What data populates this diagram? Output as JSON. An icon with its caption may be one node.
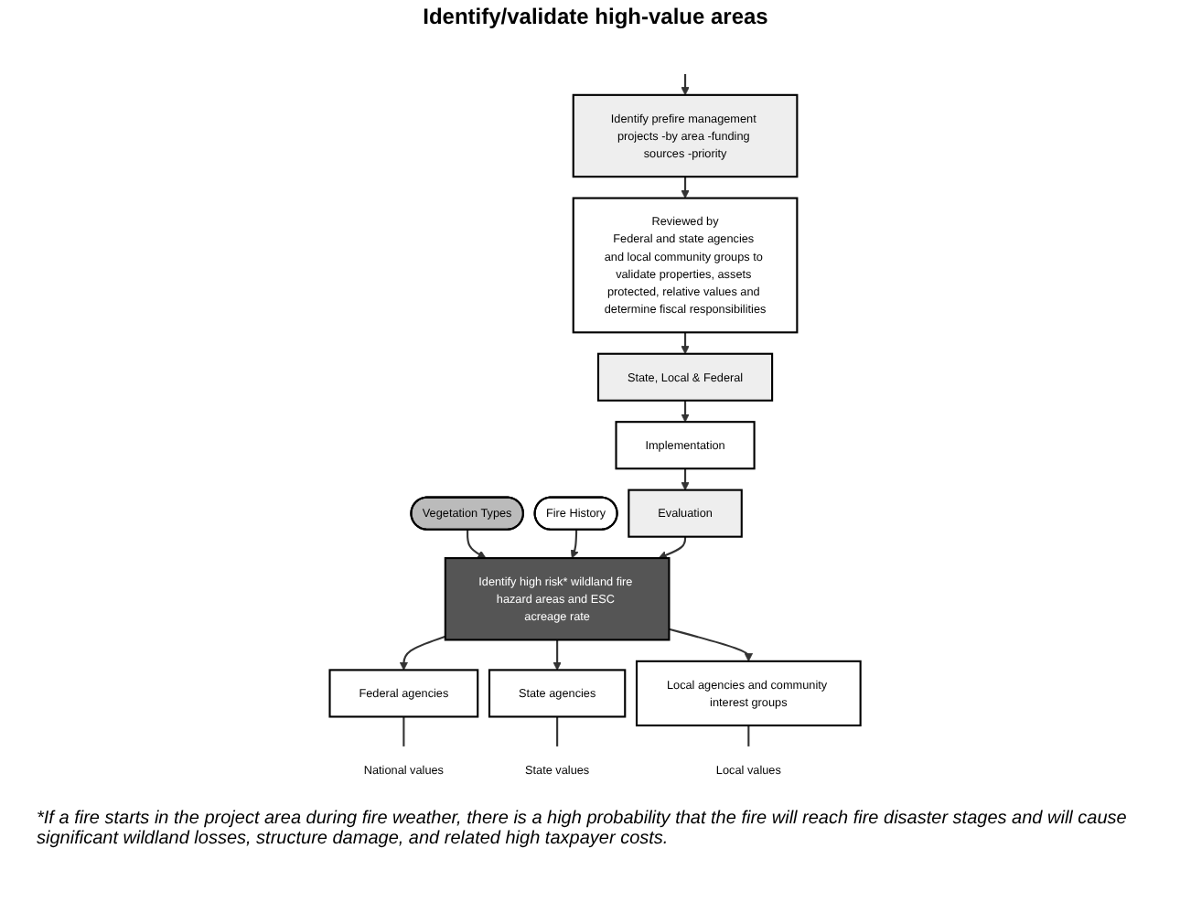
{
  "diagram": {
    "nodes": [
      {
        "text": [
          "Vegetation Types"
        ]
      },
      {
        "text": [
          "Fire History"
        ]
      },
      {
        "text": [
          "Identify high risk* wildland fire hazard areas and ESC acreage rate"
        ]
      },
      {
        "text": [
          "Federal agencies"
        ]
      },
      {
        "text": [
          "National values"
        ]
      },
      {
        "text": [
          "State agencies"
        ]
      },
      {
        "text": [
          "State values"
        ]
      },
      {
        "text": [
          "Local agencies and community interest groups"
        ]
      },
      {
        "text": [
          "Local values"
        ]
      },
      {
        "text": [
          "Evaluation"
        ]
      },
      {
        "text": [
          "Implementation"
        ]
      },
      {
        "text": [
          "Identify prefire management projects -by area -funding sources -priority"
        ]
      },
      {
        "text": [
          "Reviewed by",
          "Federal and state agencies and local community groups to validate properties, assets protected, relative values and determine fiscal responsibilities"
        ]
      },
      {
        "text": [
          "State, Local & Federal"
        ]
      }
    ],
    "edges": [
      {
        "from": 0,
        "to": 2,
        "arrow": "to"
      },
      {
        "from": 1,
        "to": 2,
        "arrow": "to"
      },
      {
        "from": 2,
        "to": 3,
        "arrow": "to"
      },
      {
        "from": 2,
        "to": 5,
        "arrow": "to"
      },
      {
        "from": 2,
        "to": 7,
        "arrow": "to"
      },
      {
        "from": 3,
        "to": 4,
        "arrow": "none"
      },
      {
        "from": 5,
        "to": 6,
        "arrow": "none"
      },
      {
        "from": 7,
        "to": 8,
        "arrow": "none"
      },
      {
        "from": null,
        "to": 11,
        "arrow": "to"
      },
      {
        "from": 11,
        "to": 12,
        "arrow": "to"
      },
      {
        "from": 12,
        "to": 13,
        "arrow": "to"
      },
      {
        "from": 13,
        "to": 10,
        "arrow": "to"
      },
      {
        "from": 10,
        "to": 9,
        "arrow": "to"
      },
      {
        "from": 9,
        "to": 2,
        "arrow": "to"
      }
    ],
    "labels": [
      "Identify/validate high-value areas",
      "*If a fire starts in the project area during fire weather, there is a high probability that the fire will reach fire disaster stages and will cause significant wildland losses, structure damage, and related high taxpayer costs."
    ]
  }
}
